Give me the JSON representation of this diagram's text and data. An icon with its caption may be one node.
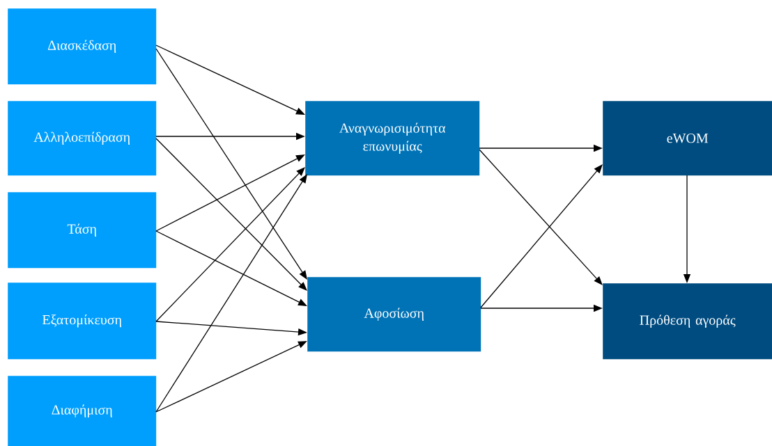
{
  "diagram": {
    "nodes": [
      {
        "text": [
          "Διασκέδαση"
        ]
      },
      {
        "text": [
          "Αλληλοεπίδραση"
        ]
      },
      {
        "text": [
          "Τάση"
        ]
      },
      {
        "text": [
          "Εξατομίκευση"
        ]
      },
      {
        "text": [
          "Διαφήμιση"
        ]
      },
      {
        "text": [
          "Αναγνωρισιμότητα επωνυμίας"
        ]
      },
      {
        "text": [
          "Αφοσίωση"
        ]
      },
      {
        "text": [
          "eWOM"
        ]
      },
      {
        "text": [
          "Πρόθεση αγοράς"
        ]
      }
    ],
    "edges": [
      {
        "from": 0,
        "to": 5,
        "arrow": "to"
      },
      {
        "from": 0,
        "to": 6,
        "arrow": "to"
      },
      {
        "from": 1,
        "to": 5,
        "arrow": "to"
      },
      {
        "from": 1,
        "to": 6,
        "arrow": "to"
      },
      {
        "from": 2,
        "to": 5,
        "arrow": "to"
      },
      {
        "from": 2,
        "to": 6,
        "arrow": "to"
      },
      {
        "from": 3,
        "to": 5,
        "arrow": "to"
      },
      {
        "from": 3,
        "to": 6,
        "arrow": "to"
      },
      {
        "from": 4,
        "to": 5,
        "arrow": "to"
      },
      {
        "from": 4,
        "to": 6,
        "arrow": "to"
      },
      {
        "from": 5,
        "to": 7,
        "arrow": "to"
      },
      {
        "from": 5,
        "to": 8,
        "arrow": "to"
      },
      {
        "from": 6,
        "to": 7,
        "arrow": "to"
      },
      {
        "from": 6,
        "to": 8,
        "arrow": "to"
      },
      {
        "from": 7,
        "to": 8,
        "arrow": "to"
      }
    ]
  }
}
